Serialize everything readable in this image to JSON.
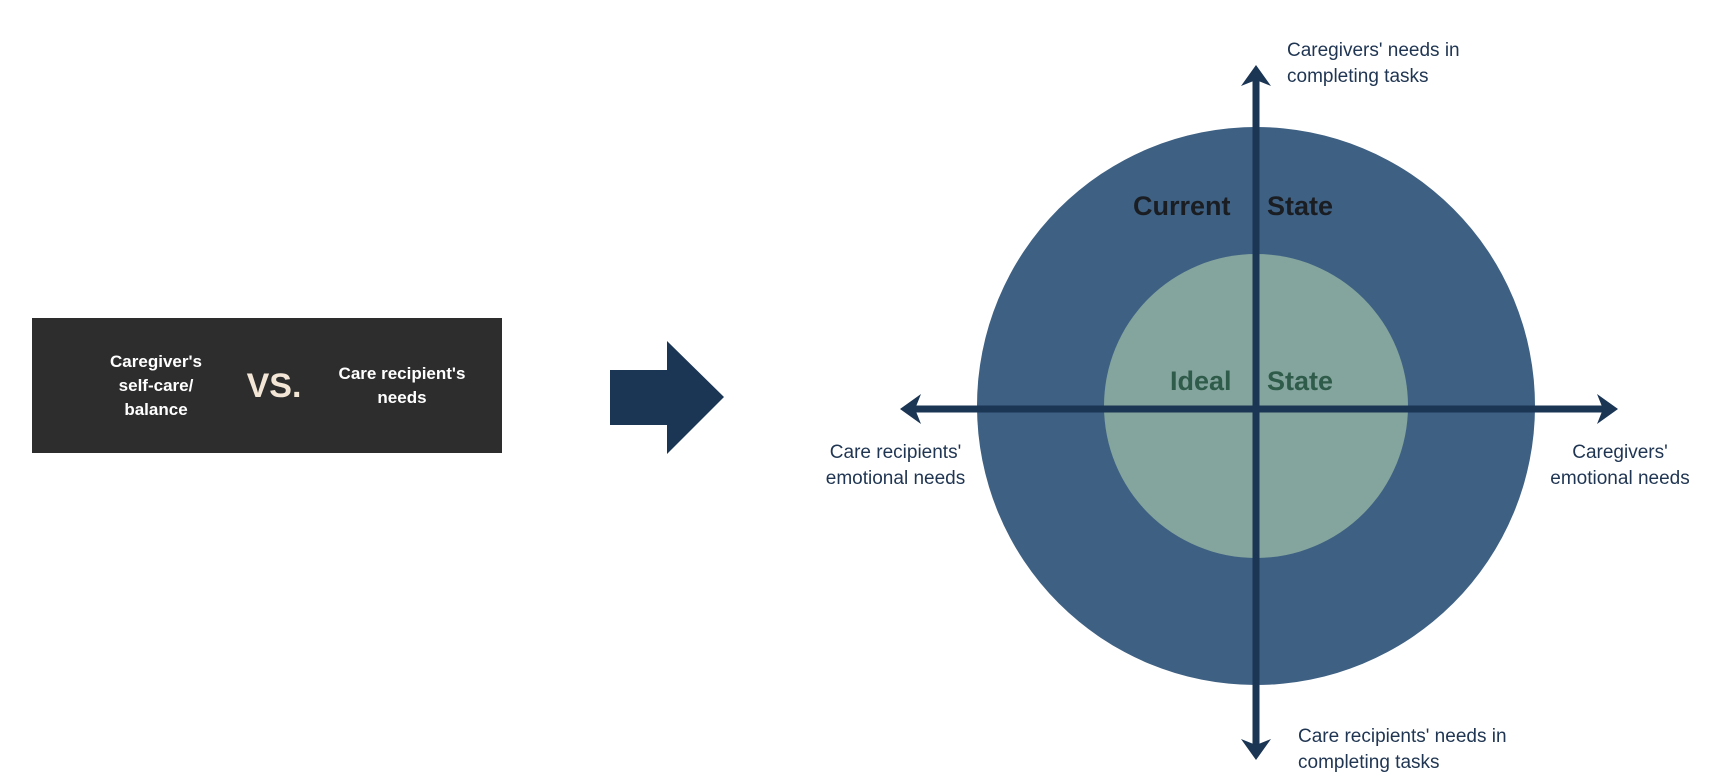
{
  "comparison": {
    "left_text": "Caregiver's self-care/ balance",
    "vs_text": "VS.",
    "right_text": "Care recipient's needs"
  },
  "diagram": {
    "outer_state": {
      "left_word": "Current",
      "right_word": "State",
      "color": "#3e6083"
    },
    "inner_state": {
      "left_word": "Ideal",
      "right_word": "State",
      "color": "#84a59d",
      "text_color": "#2f5b4a"
    },
    "axis_color": "#1b3554",
    "axes": {
      "top": "Caregivers' needs in completing tasks",
      "bottom": "Care recipients' needs in completing tasks",
      "left": "Care recipients' emotional needs",
      "right": "Caregivers' emotional needs"
    }
  },
  "arrow": {
    "color": "#1b3554",
    "direction": "right"
  }
}
